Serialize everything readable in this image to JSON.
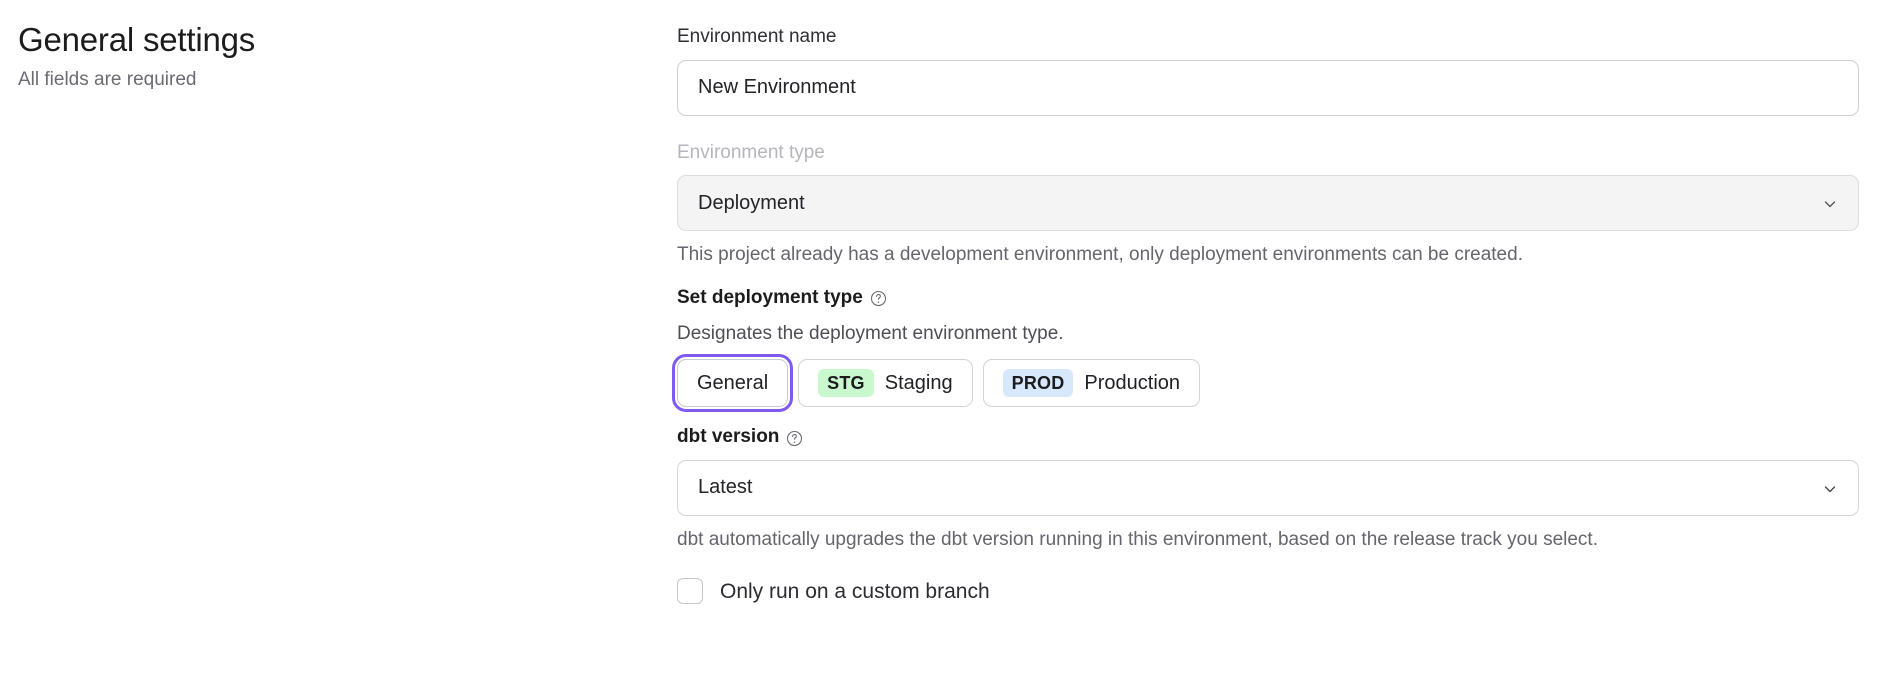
{
  "header": {
    "title": "General settings",
    "subtitle": "All fields are required"
  },
  "form": {
    "environment_name": {
      "label": "Environment name",
      "value": "New Environment",
      "placeholder": "Environment name"
    },
    "environment_type": {
      "label": "Environment type",
      "selected": "Deployment",
      "disabled": true,
      "helper": "This project already has a development environment, only deployment environments can be created.",
      "chevron_icon": "chevron-down-icon"
    },
    "deployment_type": {
      "label": "Set deployment type",
      "help_icon": "help-circle-icon",
      "description": "Designates the deployment environment type.",
      "options": [
        {
          "label": "General",
          "badge": "",
          "badge_color": "",
          "selected": true
        },
        {
          "label": "Staging",
          "badge": "STG",
          "badge_color": "#c9f7ce",
          "selected": false
        },
        {
          "label": "Production",
          "badge": "PROD",
          "badge_color": "#d7e7fc",
          "selected": false
        }
      ]
    },
    "dbt_version": {
      "label": "dbt version",
      "help_icon": "help-circle-icon",
      "selected": "Latest",
      "helper": "dbt automatically upgrades the dbt version running in this environment, based on the release track you select.",
      "chevron_icon": "chevron-down-icon"
    },
    "custom_branch": {
      "label": "Only run on a custom branch",
      "checked": false
    }
  },
  "colors": {
    "focus_ring": "#7f5af0",
    "staging_badge": "#c9f7ce",
    "production_badge": "#d7e7fc",
    "disabled_field": "#f4f4f5"
  }
}
